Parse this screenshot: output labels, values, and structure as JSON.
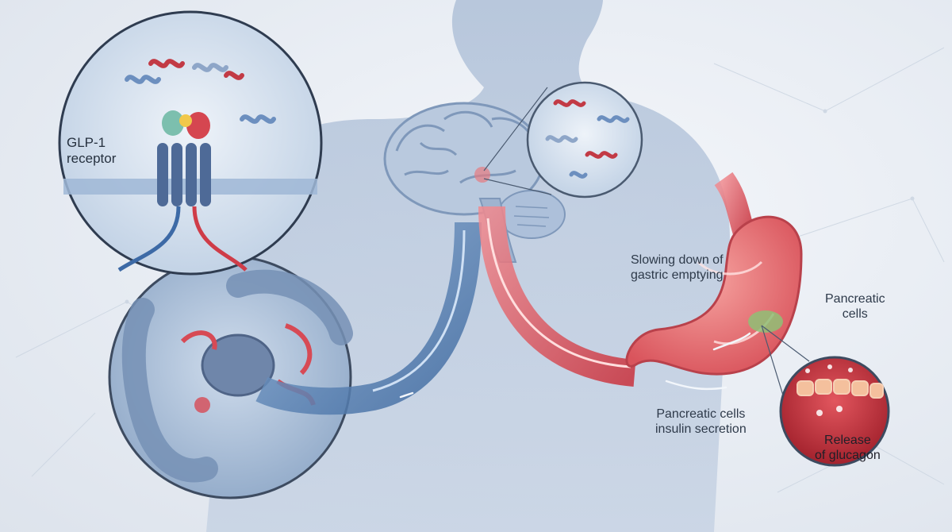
{
  "labels": {
    "receptor_line1": "GLP-1",
    "receptor_line2": "receptor",
    "gastric_line1": "Slowing down of",
    "gastric_line2": "gastric emptying",
    "pancreatic_line1": "Pancreatic",
    "pancreatic_line2": "cells",
    "secretion_line1": "Pancreatic cells",
    "secretion_line2": "insulin secretion",
    "glucagon_line1": "Release",
    "glucagon_line2": "of glucagon"
  },
  "colors": {
    "background": "#e9edf3",
    "body_silhouette": "#9fb3cf",
    "blue_pathway": "#5e86b8",
    "red_pathway": "#e0525c",
    "stomach": "#e86a6e",
    "pancreas_inset": "#c8323d",
    "membrane": "#9fb7d6"
  },
  "icons": [
    "glp1-peptide-icon",
    "receptor-icon",
    "brain-icon",
    "stomach-icon",
    "intestine-icon",
    "cell-icon"
  ]
}
